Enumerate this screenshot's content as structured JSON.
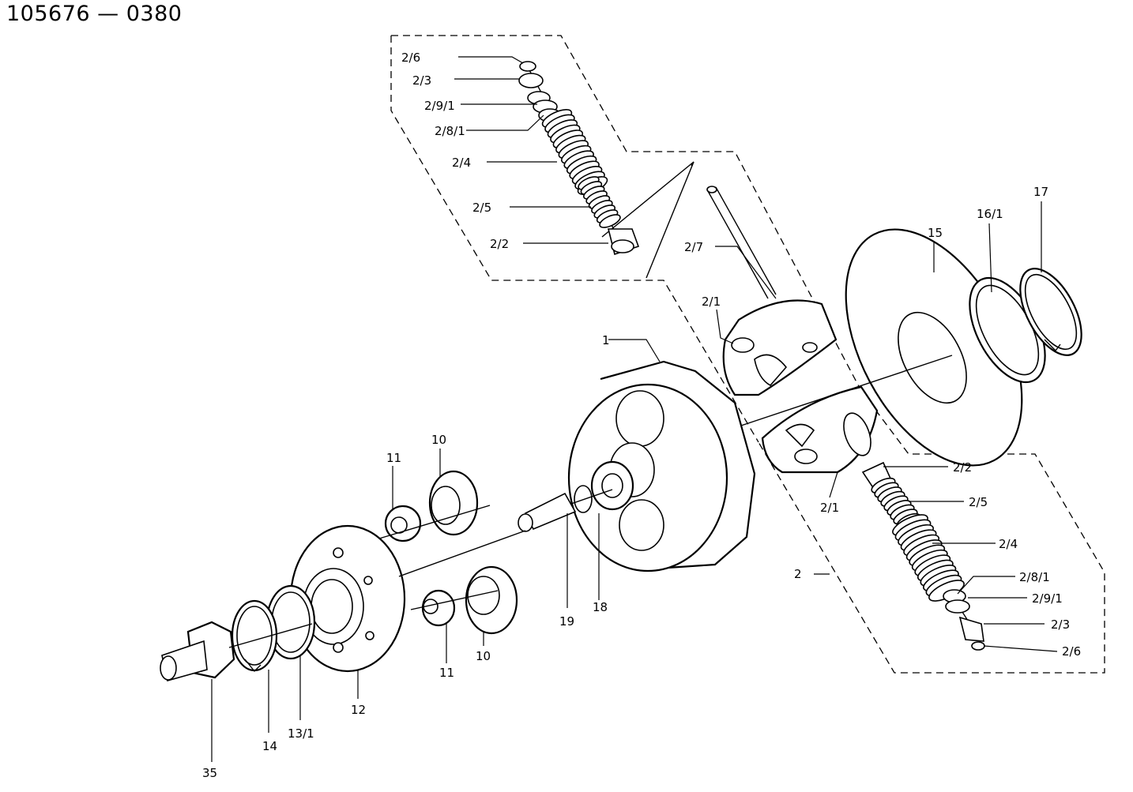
{
  "document": {
    "number": "105676 — 0380"
  },
  "callouts": {
    "c2_6_top": "2/6",
    "c2_3_top": "2/3",
    "c2_9_1_top": "2/9/1",
    "c2_8_1_top": "2/8/1",
    "c2_4_top": "2/4",
    "c2_5_top": "2/5",
    "c2_2_top": "2/2",
    "c2_7": "2/7",
    "c2_1_top": "2/1",
    "c1": "1",
    "c15": "15",
    "c16_1": "16/1",
    "c17": "17",
    "c10_top": "10",
    "c11_top": "11",
    "c2_2_bot": "2/2",
    "c2_5_bot": "2/5",
    "c2_1_bot": "2/1",
    "c2_4_bot": "2/4",
    "c2_8_1_bot": "2/8/1",
    "c2_9_1_bot": "2/9/1",
    "c2_3_bot": "2/3",
    "c2_6_bot": "2/6",
    "c2": "2",
    "c19": "19",
    "c18": "18",
    "c11_bot": "11",
    "c10_bot": "10",
    "c12": "12",
    "c13_1": "13/1",
    "c14": "14",
    "c35": "35"
  }
}
